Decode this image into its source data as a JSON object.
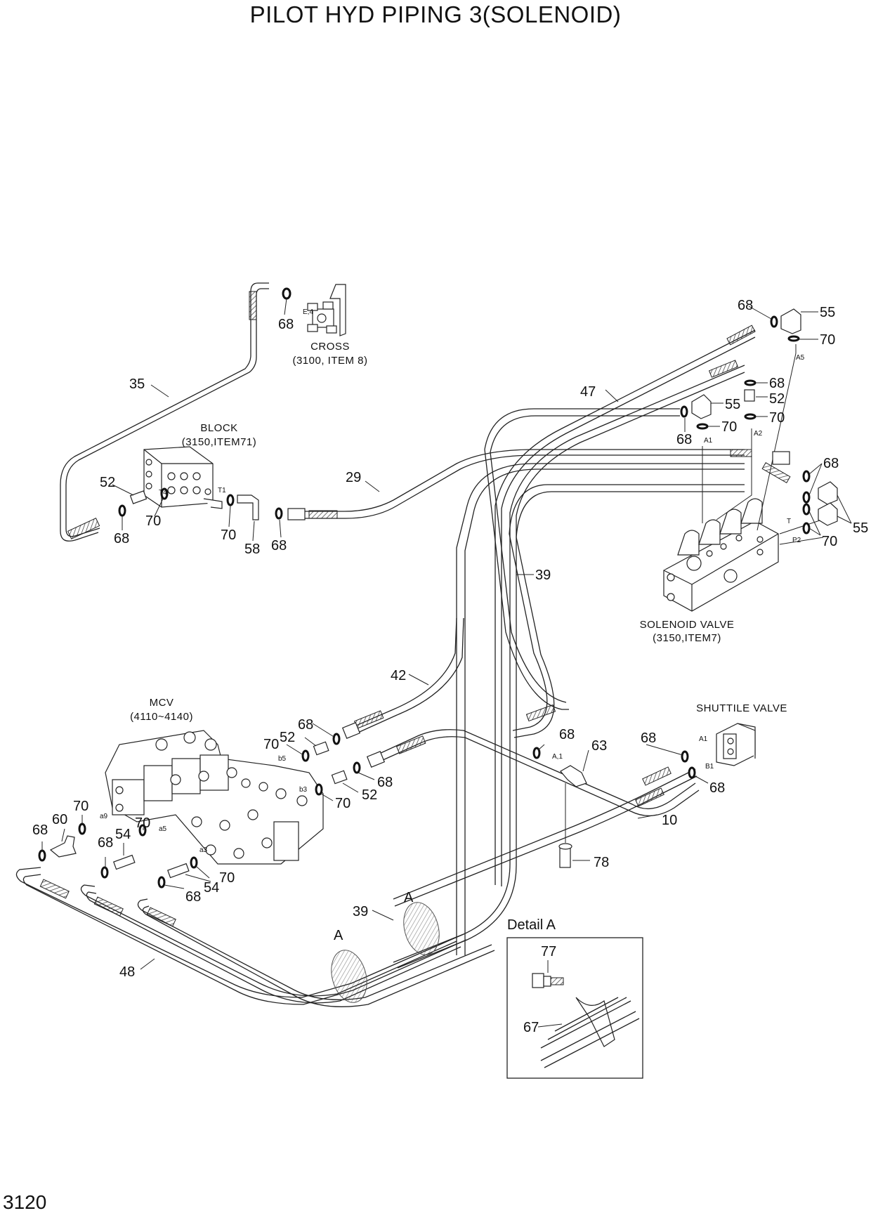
{
  "title": "PILOT HYD PIPING 3(SOLENOID)",
  "page_number": "3120",
  "components": {
    "cross": {
      "name": "CROSS",
      "ref": "(3100, ITEM 8)"
    },
    "block": {
      "name": "BLOCK",
      "ref": "(3150,ITEM71)"
    },
    "solenoid_valve": {
      "name": "SOLENOID VALVE",
      "ref": "(3150,ITEM7)"
    },
    "mcv": {
      "name": "MCV",
      "ref": "(4110~4140)"
    },
    "shuttle_valve": {
      "name": "SHUTTILE VALVE"
    }
  },
  "detail": {
    "title": "Detail A",
    "callouts": [
      "77",
      "67"
    ]
  },
  "port_labels": [
    "E,4",
    "T4",
    "T1",
    "A5",
    "A1",
    "A2",
    "T",
    "P2",
    "b5",
    "b3",
    "a9",
    "a5",
    "a3",
    "A,1",
    "A1",
    "B1",
    "A",
    "A"
  ],
  "callouts": [
    "68",
    "35",
    "52",
    "70",
    "68",
    "70",
    "58",
    "68",
    "29",
    "47",
    "68",
    "55",
    "70",
    "68",
    "52",
    "55",
    "70",
    "68",
    "70",
    "68",
    "55",
    "70",
    "39",
    "42",
    "68",
    "52",
    "70",
    "68",
    "52",
    "70",
    "68",
    "63",
    "68",
    "68",
    "10",
    "78",
    "70",
    "60",
    "68",
    "68",
    "54",
    "70",
    "54",
    "70",
    "68",
    "39",
    "48"
  ]
}
